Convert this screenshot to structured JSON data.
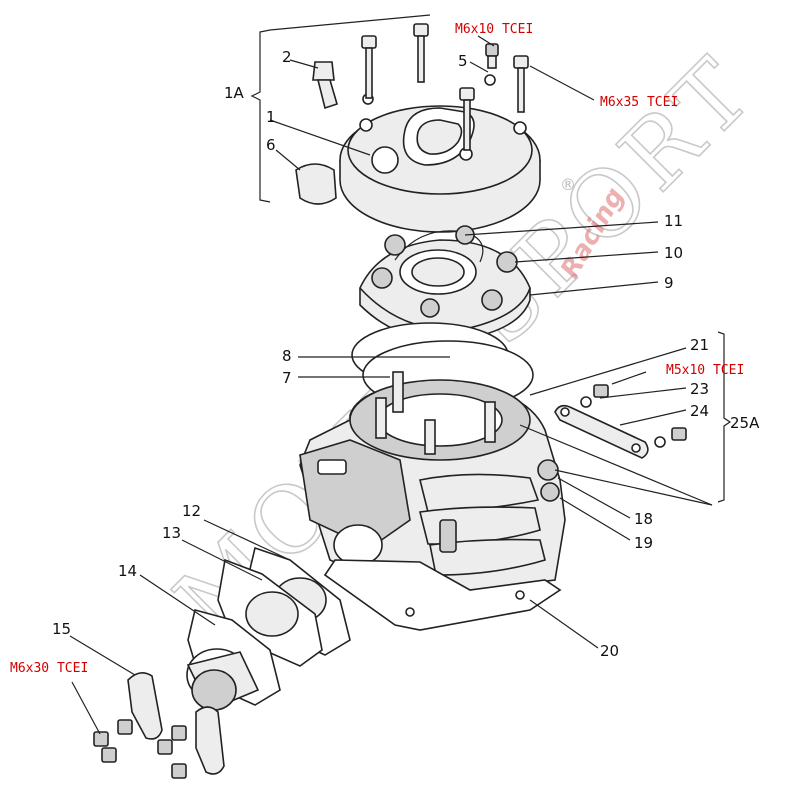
{
  "labels": {
    "l1A": "1A",
    "l1": "1",
    "l2": "2",
    "l5": "5",
    "l6": "6",
    "l7": "7",
    "l8": "8",
    "l9": "9",
    "l10": "10",
    "l11": "11",
    "l12": "12",
    "l13": "13",
    "l14": "14",
    "l15": "15",
    "l18": "18",
    "l19": "19",
    "l20": "20",
    "l21": "21",
    "l23": "23",
    "l24": "24",
    "l25A": "25A"
  },
  "specs": {
    "m6x10": "M6x10 TCEI",
    "m6x35": "M6x35 TCEI",
    "m5x10": "M5x10 TCEI",
    "m6x30": "M6x30 TCEI"
  },
  "watermark": {
    "text": "MONZASPORT",
    "racing": "Racing",
    "reg": "®"
  }
}
